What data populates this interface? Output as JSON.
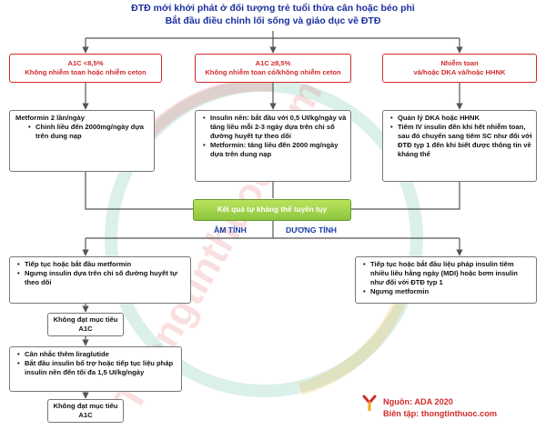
{
  "header": {
    "title_line1": "ĐTĐ mới khởi phát ở đối tượng trẻ tuổi thừa cân hoặc béo phì",
    "title_line2": "Bắt đầu điều chỉnh lối sống và giáo dục về ĐTĐ"
  },
  "branches": [
    {
      "line1": "A1C <8,5%",
      "line2": "Không nhiễm toan hoặc nhiễm ceton"
    },
    {
      "line1": "A1C ≥8,5%",
      "line2": "Không nhiễm toan có/không nhiễm ceton"
    },
    {
      "line1": "Nhiễm toan",
      "line2": "và/hoặc DKA và/hoặc HHNK"
    }
  ],
  "treatments": {
    "left": {
      "intro": "Metformin 2 lần/ngày",
      "bullets": [
        "Chỉnh liều đến 2000mg/ngày dựa trên dung nạp"
      ]
    },
    "middle": {
      "bullets": [
        "Insulin nền: bắt đầu với 0,5 UI/kg/ngày và tăng liều mỗi 2-3 ngày dựa trên chỉ số đường huyết tự theo dõi",
        "Metformin: tăng liều đến 2000 mg/ngày dựa trên dung nạp"
      ]
    },
    "right": {
      "bullets": [
        "Quản lý DKA hoặc HHNK",
        "Tiêm IV insulin đến khi hết nhiễm toan, sau đó chuyển sang tiêm SC như đối với ĐTĐ typ 1 đến khi biết được thông tin về kháng thể"
      ]
    }
  },
  "center": {
    "label": "Kết quả tự kháng thể tuyến tụy"
  },
  "outcomes": {
    "negative": "ÂM TÍNH",
    "positive": "DƯƠNG TÍNH"
  },
  "negative_path": {
    "box1": [
      "Tiếp tục hoặc bắt đầu metformin",
      "Ngưng insulin dựa trên chỉ số đường huyết tự theo dõi"
    ],
    "not_reached_1": "Không đạt mục tiêu A1C",
    "box2": [
      "Cân nhắc thêm liraglutide",
      "Bắt đầu insulin bổ trợ hoặc tiếp tục liệu pháp insulin nền đến tối đa 1,5 UI/kg/ngày"
    ],
    "not_reached_2": "Không đạt mục tiêu A1C"
  },
  "positive_path": {
    "box": [
      "Tiếp tục hoặc bắt đầu liệu pháp insulin tiêm nhiều liều hằng ngày (MDI) hoặc bơm insulin như đối với ĐTĐ typ 1",
      "Ngưng metformin"
    ]
  },
  "source": {
    "line1": "Nguồn: ADA 2020",
    "line2": "Biên tập: thongtinthuoc.com"
  },
  "watermark": {
    "text": "Thongtinthuoc.com"
  },
  "colors": {
    "title": "#1a2f9e",
    "alert_red": "#d32b2b",
    "center_green": "#8dc63f",
    "label_blue": "#1b3aa8",
    "logo_red": "#d32b2b",
    "logo_gold": "#f2a81d"
  }
}
